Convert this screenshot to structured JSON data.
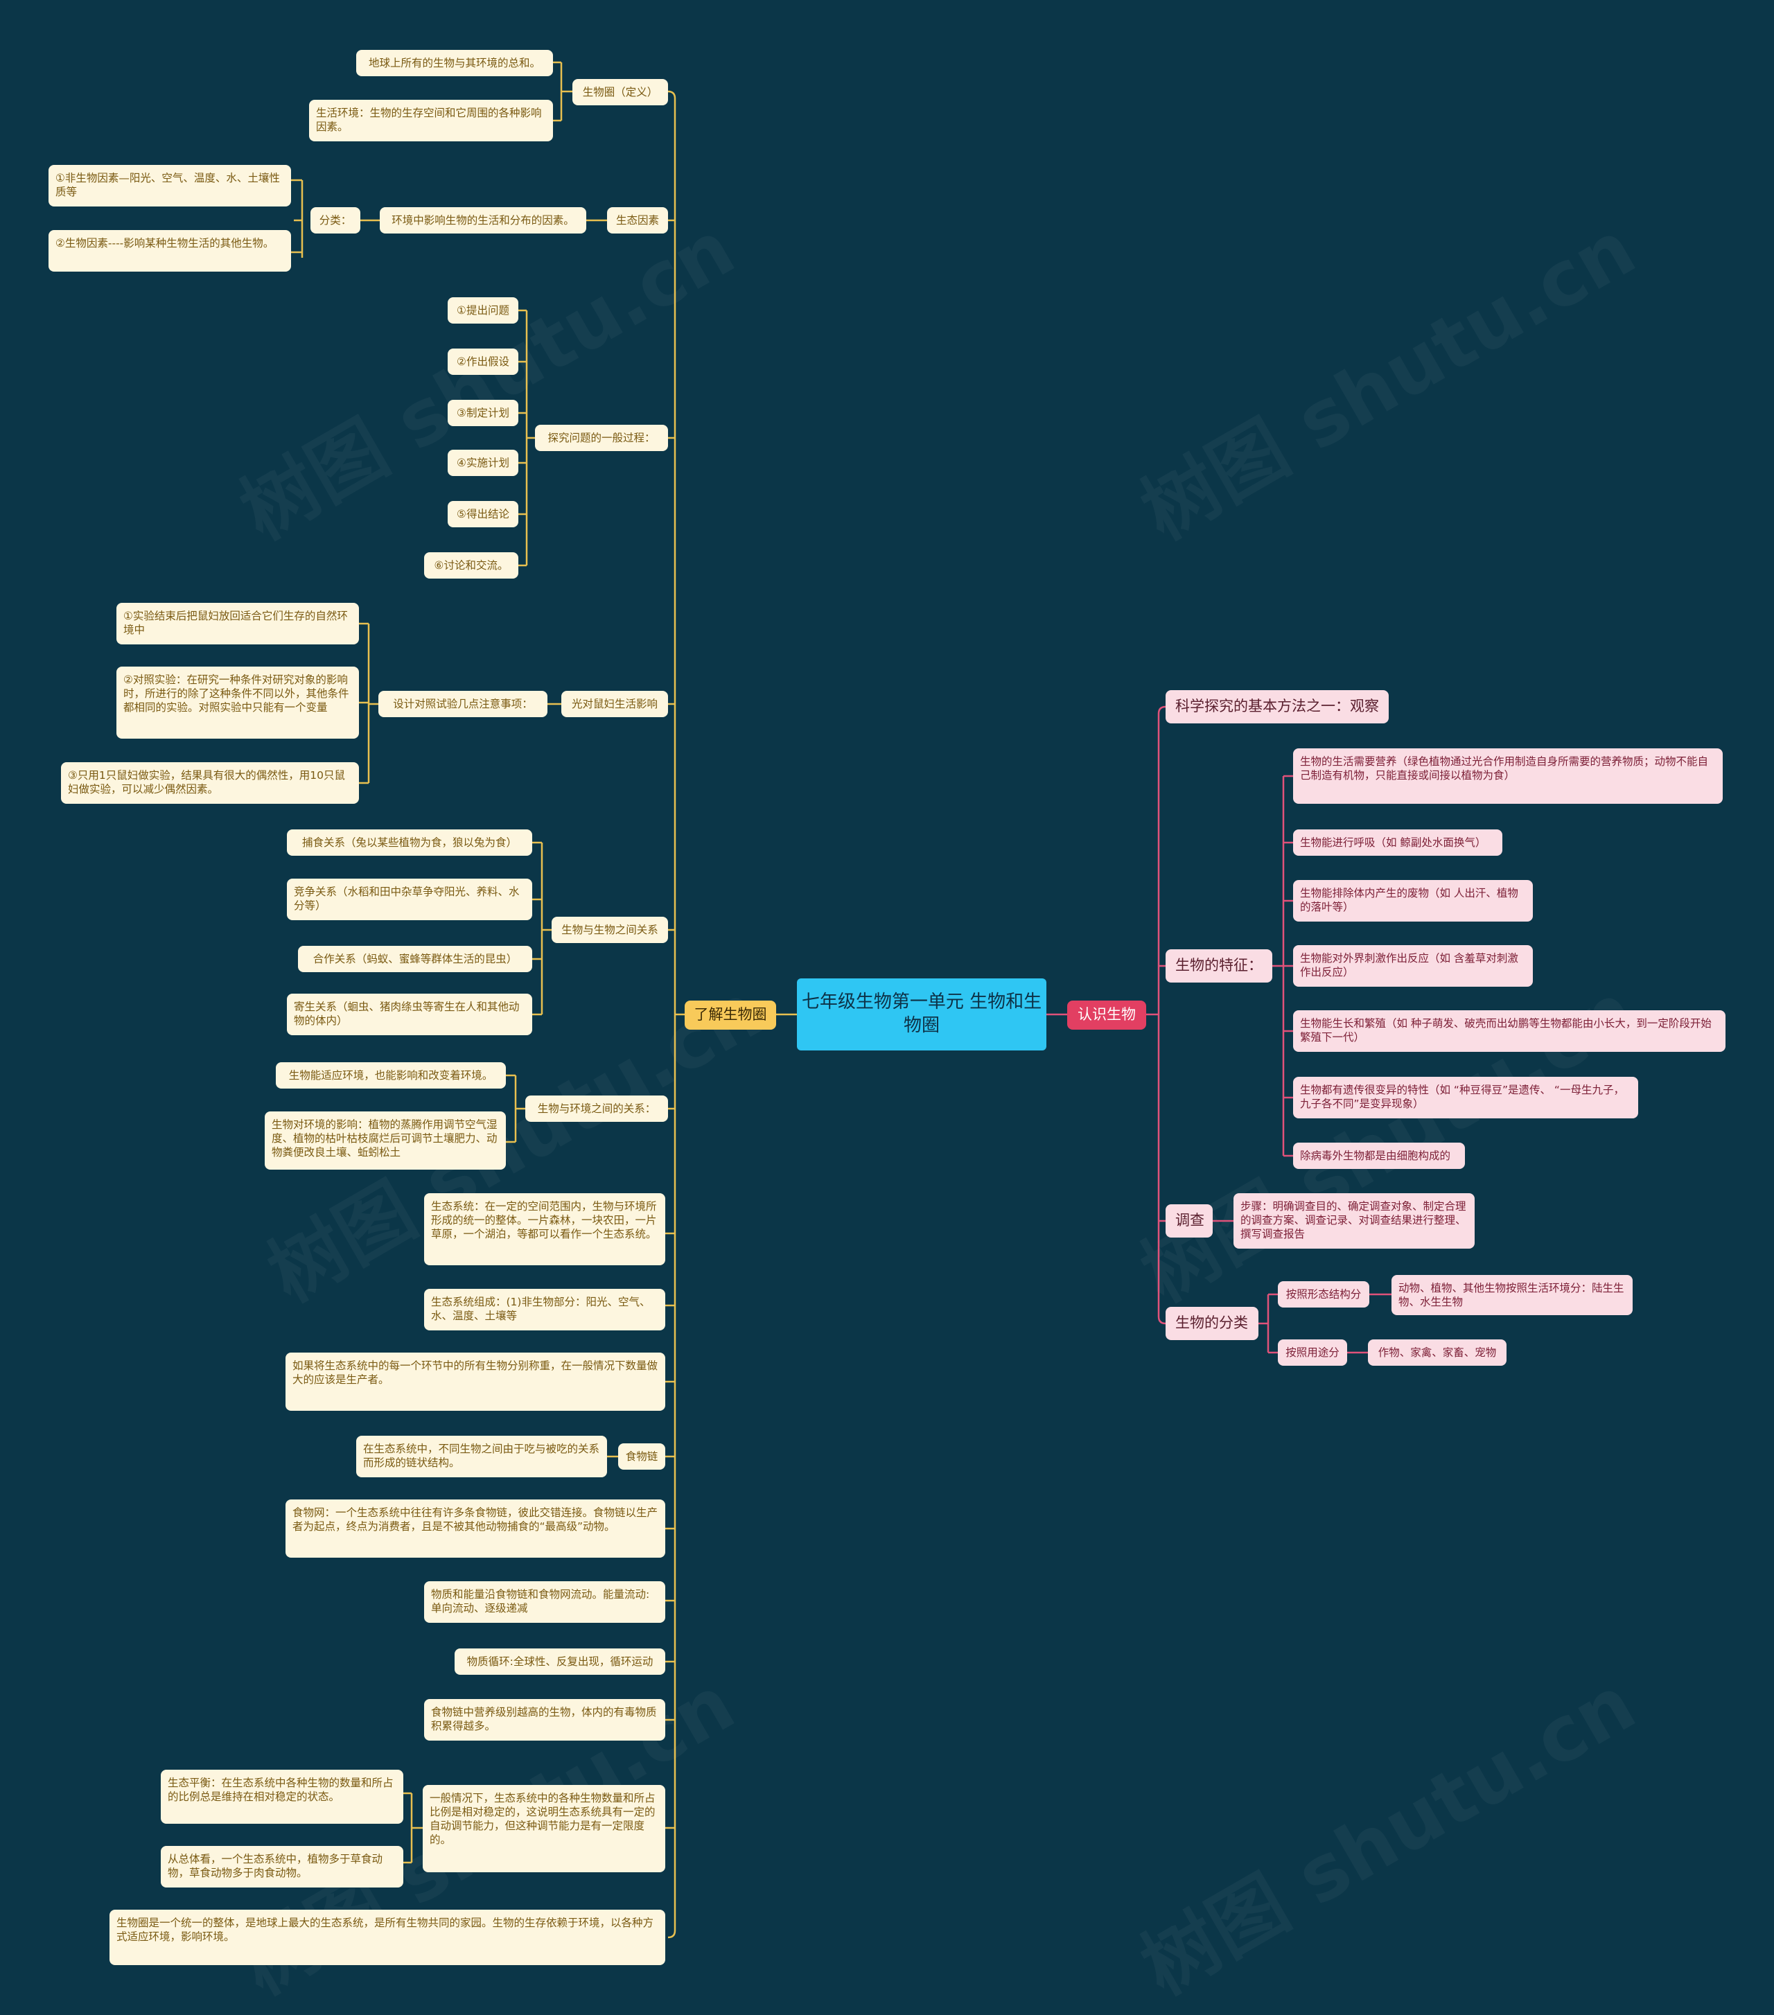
{
  "watermark": "树图 shutu.cn",
  "root": "七年级生物第一单元 生物和生物圈",
  "left_branch": {
    "label": "了解生物圈",
    "biosphere": "生物圈（定义）",
    "biosphere_def": "地球上所有的生物与其环境的总和。",
    "living_env": "生活环境：生物的生存空间和它周围的各种影响因素。",
    "eco_factor": "生态因素",
    "eco_factor_def": "环境中影响生物的生活和分布的因素。",
    "classify": "分类：",
    "abiotic": "①非生物因素—阳光、空气、温度、水、土壤性质等",
    "biotic": "②生物因素----影响某种生物生活的其他生物。",
    "inquiry": "探究问题的一般过程：",
    "steps": [
      "①提出问题",
      "②作出假设",
      "③制定计划",
      "④实施计划",
      "⑤得出结论",
      "⑥讨论和交流。"
    ],
    "light": "光对鼠妇生活影响",
    "design": "设计对照试验几点注意事项：",
    "design_items": [
      "①实验结束后把鼠妇放回适合它们生存的自然环境中",
      "②对照实验：在研究一种条件对研究对象的影响时，所进行的除了这种条件不同以外，其他条件都相同的实验。对照实验中只能有一个变量",
      "③只用1只鼠妇做实验，结果具有很大的偶然性，用10只鼠妇做实验，可以减少偶然因素。"
    ],
    "relations": "生物与生物之间关系",
    "relation_items": [
      "捕食关系（兔以某些植物为食，狼以兔为食）",
      "竞争关系（水稻和田中杂草争夺阳光、养料、水分等）",
      "合作关系（蚂蚁、蜜蜂等群体生活的昆虫）",
      "寄生关系（蛔虫、猪肉绦虫等寄生在人和其他动物的体内）"
    ],
    "env_rel": "生物与环境之间的关系：",
    "env_items": [
      "生物能适应环境，也能影响和改变着环境。",
      "生物对环境的影响：植物的蒸腾作用调节空气湿度、植物的枯叶枯枝腐烂后可调节土壤肥力、动物粪便改良土壤、蚯蚓松土"
    ],
    "ecosystem": "生态系统：在一定的空间范围内，生物与环境所形成的统一的整体。一片森林，一块农田，一片草原，一个湖泊，等都可以看作一个生态系统。",
    "composition": "生态系统组成：(1)非生物部分：阳光、空气、水、温度、土壤等",
    "producers": "如果将生态系统中的每一个环节中的所有生物分别称重，在一般情况下数量做大的应该是生产者。",
    "food_chain": "食物链",
    "food_chain_def": "在生态系统中，不同生物之间由于吃与被吃的关系而形成的链状结构。",
    "food_web": "食物网：一个生态系统中往往有许多条食物链，彼此交错连接。食物链以生产者为起点，终点为消费者，且是不被其他动物捕食的“最高级”动物。",
    "energy": "物质和能量沿食物链和食物网流动。能量流动:单向流动、逐级递减",
    "cycle": "物质循环:全球性、反复出现，循环运动",
    "toxins": "食物链中营养级别越高的生物，体内的有毒物质积累得越多。",
    "self_reg": "一般情况下，生态系统中的各种生物数量和所占比例是相对稳定的，这说明生态系统具有一定的自动调节能力，但这种调节能力是有一定限度的。",
    "balance": "生态平衡：在生态系统中各种生物的数量和所占的比例总是维持在相对稳定的状态。",
    "overall": "从总体看，一个生态系统中，植物多于草食动物，草食动物多于肉食动物。",
    "largest": "生物圈是一个统一的整体，是地球上最大的生态系统，是所有生物共同的家园。生物的生存依赖于环境，以各种方式适应环境，影响环境。"
  },
  "right_branch": {
    "label": "认识生物",
    "observe": "科学探究的基本方法之一：观察",
    "features": "生物的特征：",
    "feature_items": [
      "生物的生活需要营养（绿色植物通过光合作用制造自身所需要的营养物质；动物不能自己制造有机物，只能直接或间接以植物为食）",
      "生物能进行呼吸（如 鲸副处水面换气）",
      "生物能排除体内产生的废物（如 人出汗、植物的落叶等）",
      "生物能对外界刺激作出反应（如 含羞草对刺激作出反应）",
      "生物能生长和繁殖（如 种子萌发、破壳而出幼鹏等生物都能由小长大，到一定阶段开始繁殖下一代）",
      "生物都有遗传很变异的特性（如 “种豆得豆”是遗传、 “一母生九子，九子各不同”是变异现象）",
      "除病毒外生物都是由细胞构成的"
    ],
    "survey": "调查",
    "survey_steps": "步骤：明确调查目的、确定调查对象、制定合理的调查方案、调查记录、对调查结果进行整理、撰写调查报告",
    "classification": "生物的分类",
    "by_form": "按照形态结构分",
    "by_form_detail": "动物、植物、其他生物按照生活环境分：陆生生物、水生生物",
    "by_use": "按照用途分",
    "by_use_detail": "作物、家禽、家畜、宠物"
  },
  "colors": {
    "background": "#0b3648",
    "left_line": "#e8c050",
    "right_line": "#e0527a",
    "root": "#2fc6f3"
  }
}
